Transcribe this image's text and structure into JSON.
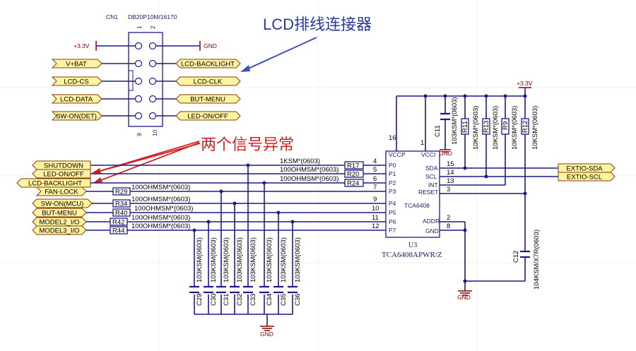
{
  "annotations": {
    "lcd_connector": "LCD排线连接器",
    "abnormal_signals": "两个信号异常"
  },
  "connector": {
    "designator": "CN1",
    "part": "DB20P10M/16170",
    "pin1": "1",
    "pin2": "2",
    "pin9": "9",
    "pin10": "10",
    "left_labels": [
      "V+BAT",
      "LCD-CS",
      "LCD-DATA",
      "SW-ON(DET)"
    ],
    "right_labels": [
      "LCD-BACKLIGHT",
      "LCD-CLK",
      "BUT-MENU",
      "LED-ON/OFF"
    ],
    "power_label": "+3.3V",
    "gnd_label": "GND"
  },
  "left_ports": [
    "SHUTDOWN",
    "LED-ON/OFF",
    "LCD-BACKLIGHT",
    "FAN-LOCK",
    "SW-ON(MCU)",
    "BUT-MENU",
    "MODEL2_I/O",
    "MODEL3_I/O"
  ],
  "series_resistors": [
    {
      "ref": "R17",
      "value": "1KSM*(0603)"
    },
    {
      "ref": "R20",
      "value": "100OHMSM*(0603)"
    },
    {
      "ref": "R24",
      "value": "100OHMSM*(0603)"
    },
    {
      "ref": "R29",
      "value": "100OHMSM*(0603)"
    },
    {
      "ref": "R34",
      "value": "100OHMSM*(0603)"
    },
    {
      "ref": "R40",
      "value": "100OHMSM*(0603)"
    },
    {
      "ref": "R42",
      "value": "100OHMSM*(0603)"
    },
    {
      "ref": "R44",
      "value": "100OHMSM*(0603)"
    }
  ],
  "filter_caps": {
    "value": "103KSM(0603)",
    "refs": [
      "C29",
      "C30",
      "C31",
      "C32",
      "C33",
      "C34",
      "C35",
      "C36"
    ],
    "gnd_label": "GND"
  },
  "chip": {
    "designator": "U3",
    "part": "TCA6408APWR/Z",
    "inner_name": "TCA6408",
    "left_pins": [
      {
        "num": "4",
        "name": "P0"
      },
      {
        "num": "5",
        "name": "P1"
      },
      {
        "num": "6",
        "name": "P2"
      },
      {
        "num": "7",
        "name": "P3"
      },
      {
        "num": "9",
        "name": "P4"
      },
      {
        "num": "10",
        "name": "P5"
      },
      {
        "num": "11",
        "name": "P6"
      },
      {
        "num": "12",
        "name": "P7"
      }
    ],
    "top_pins": [
      {
        "num": "16",
        "name": "VCCP"
      },
      {
        "num": "1",
        "name": "VCCI"
      }
    ],
    "right_pins": [
      {
        "num": "15",
        "name": "SDA"
      },
      {
        "num": "14",
        "name": "SCL"
      },
      {
        "num": "13",
        "name": "INT"
      },
      {
        "num": "3",
        "name": "RESET"
      },
      {
        "num": "2",
        "name": "ADDR"
      },
      {
        "num": "8",
        "name": "GND"
      }
    ]
  },
  "pullups": [
    {
      "ref": "R11",
      "value": "10KSM*(0603)"
    },
    {
      "ref": "R13",
      "value": "10KSM*(0603)"
    },
    {
      "ref": "R9",
      "value": "10KSM*(0603)"
    },
    {
      "ref": "R12",
      "value": "10KSM*(0603)"
    }
  ],
  "decoupling": [
    {
      "ref": "C11",
      "value": "103KSM*(0603)"
    },
    {
      "ref": "C12",
      "value": "104KSM/X7R(0603)"
    }
  ],
  "right_ports": [
    "EXTIO-SDA",
    "EXTIO-SCL"
  ],
  "power_rail": "+3.3V",
  "gnd_label": "GND"
}
